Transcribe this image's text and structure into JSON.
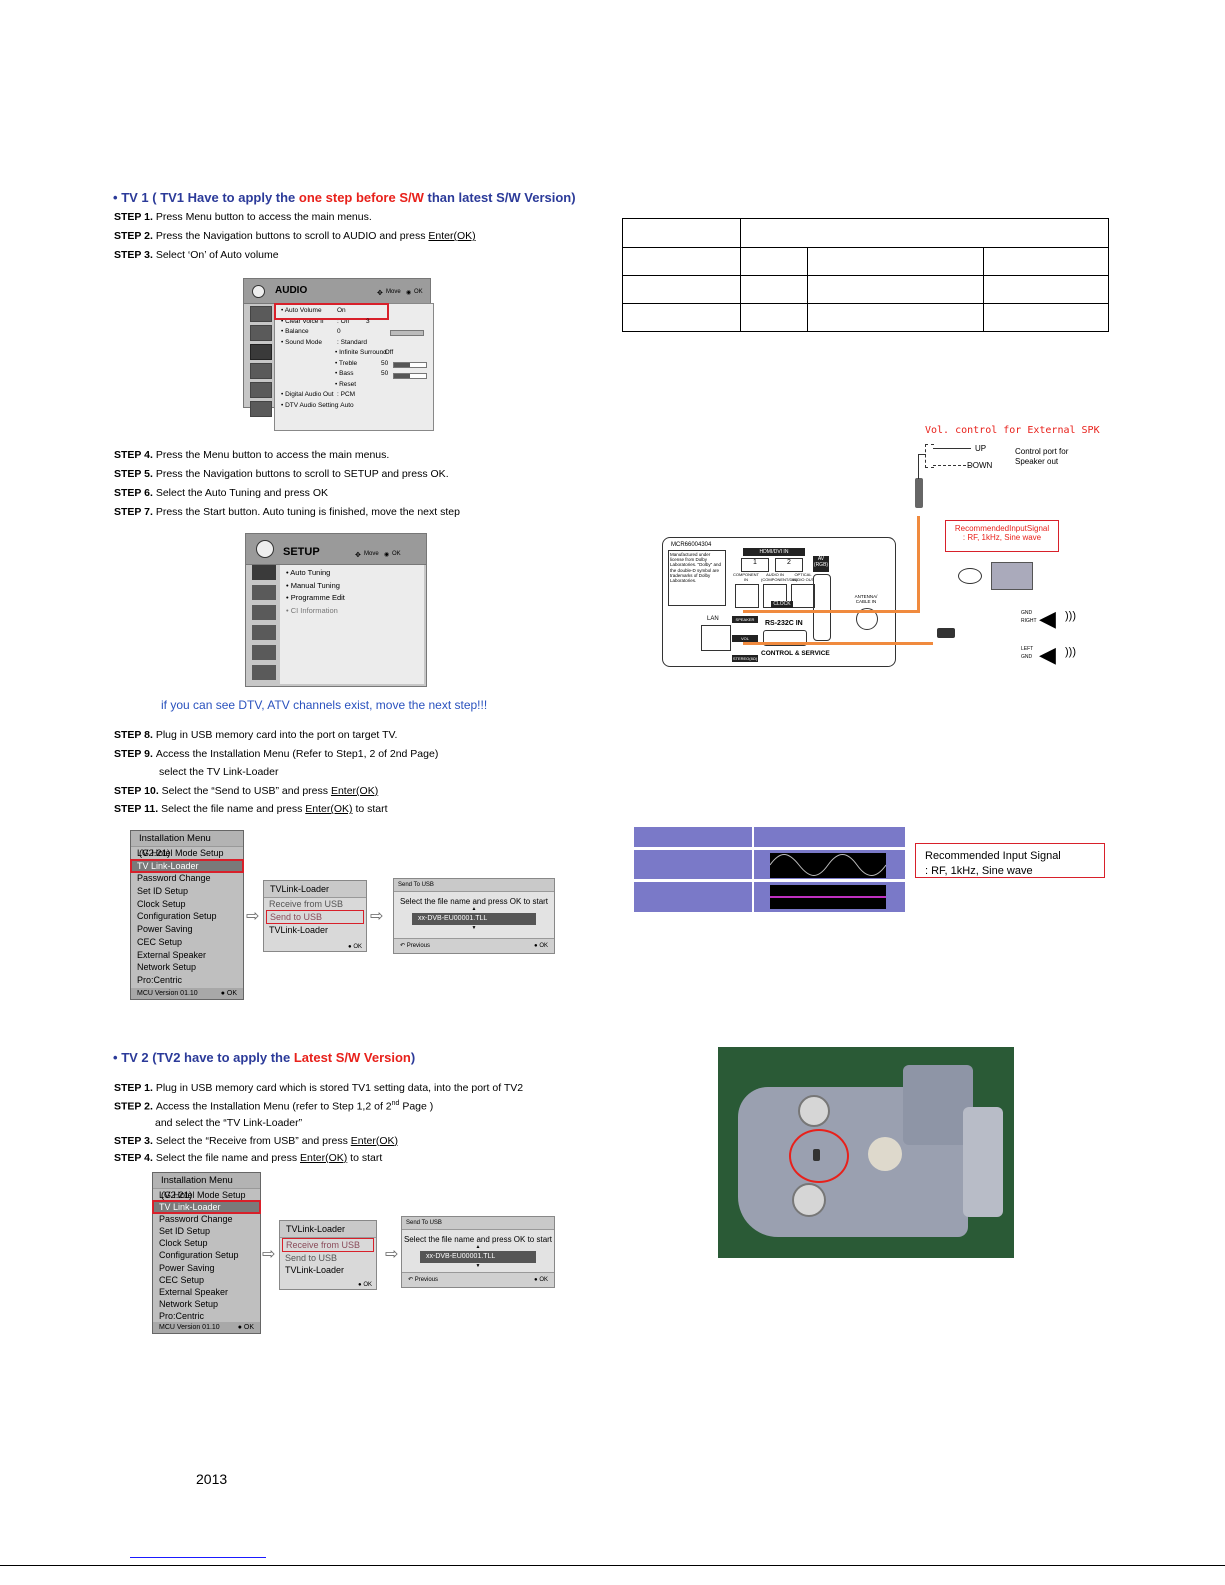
{
  "tv1": {
    "bullet": "•",
    "header_prefix": "TV 1  ( TV1 Have to apply the ",
    "header_red": "one step before S/W",
    "header_suffix": " than latest S/W Version)",
    "steps_a": [
      {
        "label": "STEP 1.",
        "text": "Press Menu button to access the main menus."
      },
      {
        "label": "STEP 2.",
        "text": "Press the Navigation buttons to scroll to AUDIO and press ",
        "link": "Enter(OK)"
      },
      {
        "label": "STEP 3.",
        "text": "Select ‘On’ of Auto volume"
      }
    ],
    "audio_menu": {
      "title": "AUDIO",
      "hint_move": "Move",
      "hint_ok": "OK",
      "items": [
        {
          "name": "• Auto Volume",
          "value": "On"
        },
        {
          "name": "• Clear Voice II",
          "value": ": Off"
        },
        {
          "name": "• Balance",
          "value": "0"
        },
        {
          "name": "• Sound Mode",
          "value": ": Standard"
        },
        {
          "name": "• Infinite Surround",
          "value": ": Off"
        },
        {
          "name": "• Treble",
          "value": "50"
        },
        {
          "name": "• Bass",
          "value": "50"
        },
        {
          "name": "• Reset",
          "value": ""
        },
        {
          "name": "• Digital Audio Out",
          "value": ": PCM"
        },
        {
          "name": "• DTV Audio Setting",
          "value": ": Auto"
        }
      ],
      "clear_voice_level": "3"
    },
    "steps_b": [
      {
        "label": "STEP 4.",
        "text": "Press the Menu button to access the main menus."
      },
      {
        "label": "STEP 5.",
        "text": "Press the Navigation buttons to scroll to SETUP and press OK."
      },
      {
        "label": "STEP 6.",
        "text": "Select the Auto Tuning and press OK"
      },
      {
        "label": "STEP 7.",
        "text": "Press the Start button. Auto tuning is finished, move the next step"
      }
    ],
    "setup_menu": {
      "title": "SETUP",
      "hint_move": "Move",
      "hint_ok": "OK",
      "items": [
        "• Auto Tuning",
        "• Manual Tuning",
        "• Programme Edit",
        "• CI Information"
      ]
    },
    "notice": "if you can see DTV, ATV channels exist, move the next step!!!",
    "steps_c": [
      {
        "label": "STEP 8.",
        "text": "Plug in USB memory card into the port on target TV."
      },
      {
        "label": "STEP 9.",
        "text": "Access the Installation Menu (Refer to Step1, 2 of 2nd Page)"
      },
      {
        "label": "",
        "text": "select the TV Link-Loader"
      },
      {
        "label": "STEP 10.",
        "text": "Select the “Send to USB”  and press ",
        "link": "Enter(OK)"
      },
      {
        "label": "STEP 11.",
        "text": "Select the file name and press ",
        "link": "Enter(OK)",
        "tail": " to start"
      }
    ]
  },
  "install_menu": {
    "title": "Installation Menu    (V2.21)",
    "items": [
      "LG Hotel Mode Setup",
      "TV Link-Loader",
      "Password Change",
      "Set ID Setup",
      "Clock Setup",
      "Configuration Setup",
      "Power Saving",
      "CEC Setup",
      "External Speaker",
      "Network Setup",
      "Pro:Centric"
    ],
    "footer_left": "MCU Version  01.10",
    "footer_right": "● OK"
  },
  "link_loader": {
    "title": "TVLink-Loader",
    "items": [
      "Receive from USB",
      "Send to USB",
      "TVLink-Loader"
    ],
    "footer": "● OK"
  },
  "send_usb": {
    "title": "Send To USB",
    "prompt": "Select the file name and press OK to start",
    "file": "xx-DVB-EU00001.TLL",
    "prev": "Previous",
    "ok": "● OK",
    "up": "▲",
    "down": "▼"
  },
  "tv2": {
    "bullet": "•",
    "header_prefix": "TV 2 (TV2 have to apply the ",
    "header_red": "Latest S/W Version",
    "header_suffix": ")",
    "steps": [
      {
        "label": "STEP 1.",
        "text": "Plug in USB memory card which is stored TV1 setting data, into the port of  TV2"
      },
      {
        "label": "STEP 2.",
        "text": "Access the Installation Menu (refer to Step 1,2 of 2",
        "sup": "nd",
        "tail": " Page )"
      },
      {
        "label": "",
        "text": "and select the “TV Link-Loader”"
      },
      {
        "label": "STEP 3.",
        "text": "Select the “Receive from USB” and press ",
        "link": "Enter(OK)"
      },
      {
        "label": "STEP 4.",
        "text": "Select the file name and press ",
        "link": "Enter(OK)",
        "tail": " to start"
      }
    ]
  },
  "rear_panel": {
    "vol_title": "Vol. control for External SPK",
    "up": "UP",
    "down": "DOWN",
    "control_port": "Control port for Speaker out",
    "rec_box_line1": "RecommendedInputSignal",
    "rec_box_line2": ": RF, 1kHz, Sine wave",
    "model": "MCR66004304",
    "license": "Manufactured under license from Dolby Laboratories. \"Dolby\" and the double-D symbol are trademarks of Dolby Laboratories.",
    "hdmi": "HDMI/DVI IN",
    "port1": "1",
    "port2": "2",
    "component": "COMPONENT IN",
    "audio_in": "AUDIO IN (COMPONENT/DVI)",
    "optical": "OPTICAL AUDIO OUT",
    "av": "AV (RGB)",
    "lan": "LAN",
    "speaker_out": "SPEAKER OUT",
    "vol_control": "VOL CONTROL",
    "clock": "CLOCK",
    "rs232": "RS-232C IN",
    "antenna": "ANTENNA/ CABLE IN",
    "ctrl_service": "CONTROL & SERVICE",
    "stereo": "STEREO(8Ω)",
    "gnd": "GND",
    "right": "RIGHT",
    "left": "LEFT",
    "gnd2": "GND"
  },
  "rec_signal": {
    "line1": "Recommended  Input Signal",
    "line2": ": RF, 1kHz, Sine wave"
  },
  "footer": {
    "year": "2013"
  }
}
